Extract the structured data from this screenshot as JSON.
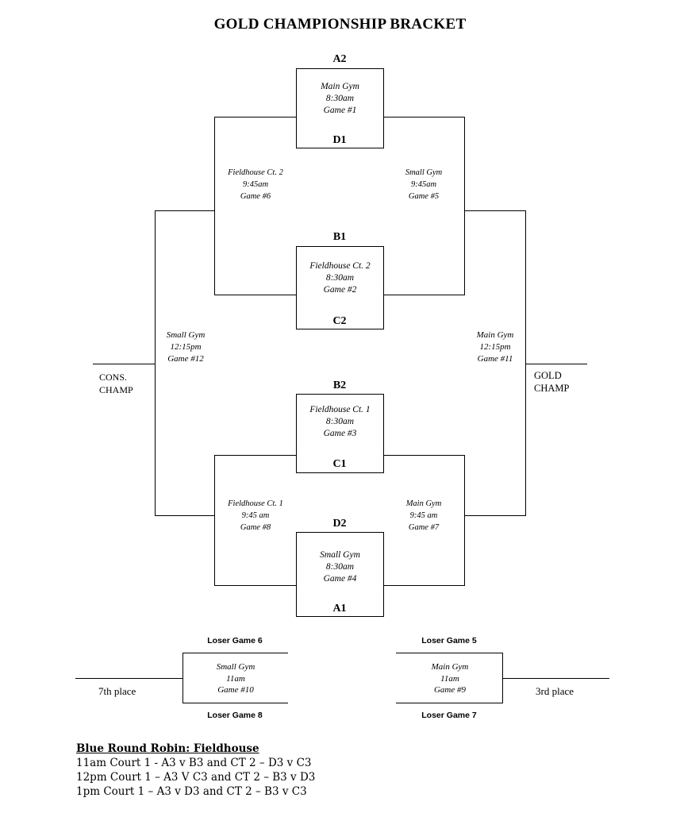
{
  "title": "GOLD CHAMPIONSHIP BRACKET",
  "seeds": {
    "top_top": "A2",
    "top_bottom": "D1",
    "upper_mid_top": "B1",
    "upper_mid_bottom": "C2",
    "lower_mid_top": "B2",
    "lower_mid_bottom": "C1",
    "bottom_top": "D2",
    "bottom_bottom": "A1"
  },
  "games": {
    "g1": [
      "Main Gym",
      "8:30am",
      "Game #1"
    ],
    "g2": [
      "Fieldhouse Ct. 2",
      "8:30am",
      "Game #2"
    ],
    "g3": [
      "Fieldhouse Ct. 1",
      "8:30am",
      "Game #3"
    ],
    "g4": [
      "Small Gym",
      "8:30am",
      "Game #4"
    ],
    "g6": [
      "Fieldhouse Ct. 2",
      "9:45am",
      "Game #6"
    ],
    "g5": [
      "Small Gym",
      "9:45am",
      "Game #5"
    ],
    "g8": [
      "Fieldhouse Ct. 1",
      "9:45 am",
      "Game #8"
    ],
    "g7": [
      "Main Gym",
      "9:45 am",
      "Game #7"
    ],
    "g12": [
      "Small Gym",
      "12:15pm",
      "Game #12"
    ],
    "g11": [
      "Main Gym",
      "12:15pm",
      "Game #11"
    ],
    "g10": [
      "Small Gym",
      "11am",
      "Game #10"
    ],
    "g9": [
      "Main Gym",
      "11am",
      "Game #9"
    ]
  },
  "results": {
    "cons_champ": [
      "CONS.",
      "CHAMP"
    ],
    "gold_champ": [
      "GOLD",
      "CHAMP"
    ]
  },
  "placement": {
    "loser_g6": "Loser Game 6",
    "loser_g8": "Loser Game 8",
    "loser_g5": "Loser Game 5",
    "loser_g7": "Loser Game 7",
    "seventh": "7th place",
    "third": "3rd place"
  },
  "round_robin": {
    "title": "Blue Round Robin:  Fieldhouse",
    "lines": [
      "11am Court 1 - A3 v B3 and CT 2 – D3 v C3",
      "12pm Court 1 – A3 V C3 and CT 2 – B3 v D3",
      "1pm Court 1 – A3 v D3 and CT 2 – B3 v C3"
    ]
  }
}
